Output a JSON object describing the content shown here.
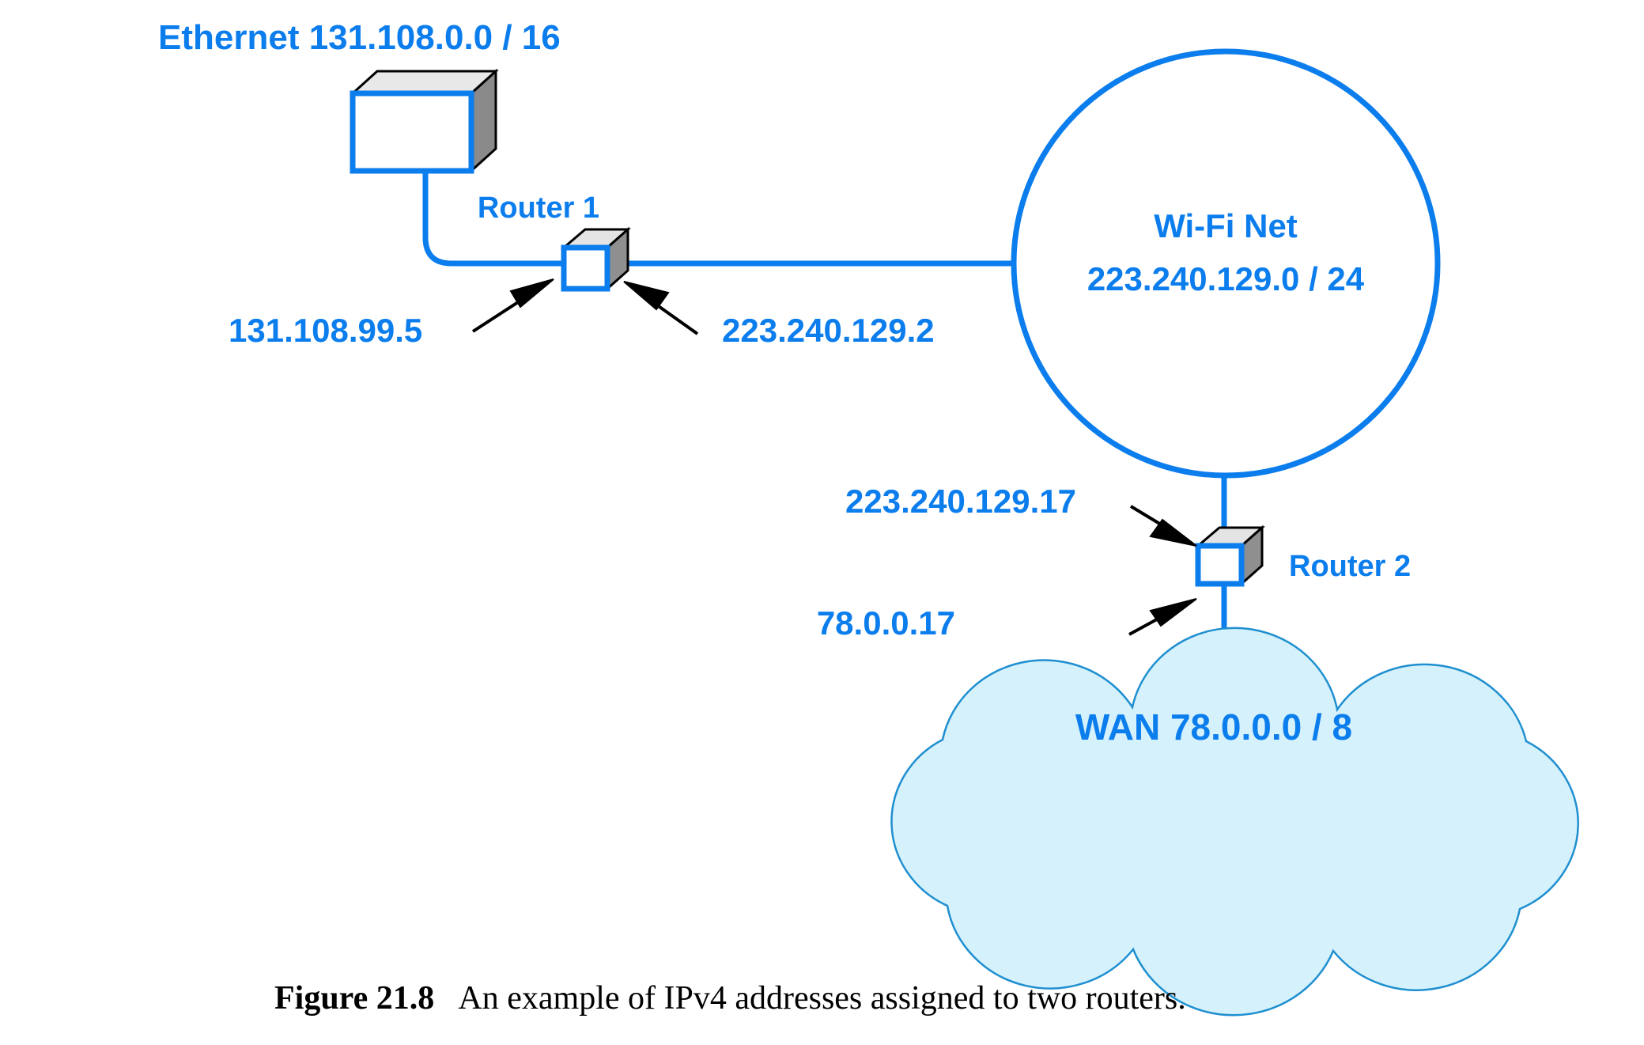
{
  "figure": {
    "caption_label": "Figure 21.8",
    "caption_text": "An example of IPv4 addresses assigned to two routers."
  },
  "colors": {
    "accent_blue": "#0b7ded",
    "cloud_fill": "#d5f1fb",
    "cloud_stroke": "#1f8fd0",
    "cube_top": "#e4e4e4",
    "cube_side": "#8f8f8f",
    "arrow_black": "#000000",
    "background": "#ffffff"
  },
  "networks": {
    "ethernet": {
      "name": "Ethernet",
      "cidr": "131.108.0.0 / 16",
      "full_label": "Ethernet  131.108.0.0 / 16",
      "shape": "lan-box"
    },
    "wifi": {
      "name": "Wi-Fi Net",
      "cidr": "223.240.129.0 / 24",
      "shape": "circle"
    },
    "wan": {
      "name": "WAN",
      "cidr": "78.0.0.0 / 8",
      "full_label": "WAN  78.0.0.0 / 8",
      "shape": "cloud"
    }
  },
  "routers": [
    {
      "id": "router-1",
      "label": "Router 1",
      "interfaces": [
        {
          "side": "left",
          "address": "131.108.99.5",
          "network": "Ethernet"
        },
        {
          "side": "right",
          "address": "223.240.129.2",
          "network": "Wi-Fi Net"
        }
      ]
    },
    {
      "id": "router-2",
      "label": "Router 2",
      "interfaces": [
        {
          "side": "top",
          "address": "223.240.129.17",
          "network": "Wi-Fi Net"
        },
        {
          "side": "bottom",
          "address": "78.0.0.17",
          "network": "WAN"
        }
      ]
    }
  ],
  "links": [
    {
      "from": "Ethernet",
      "to": "Router 1"
    },
    {
      "from": "Router 1",
      "to": "Wi-Fi Net"
    },
    {
      "from": "Wi-Fi Net",
      "to": "Router 2"
    },
    {
      "from": "Router 2",
      "to": "WAN"
    }
  ]
}
